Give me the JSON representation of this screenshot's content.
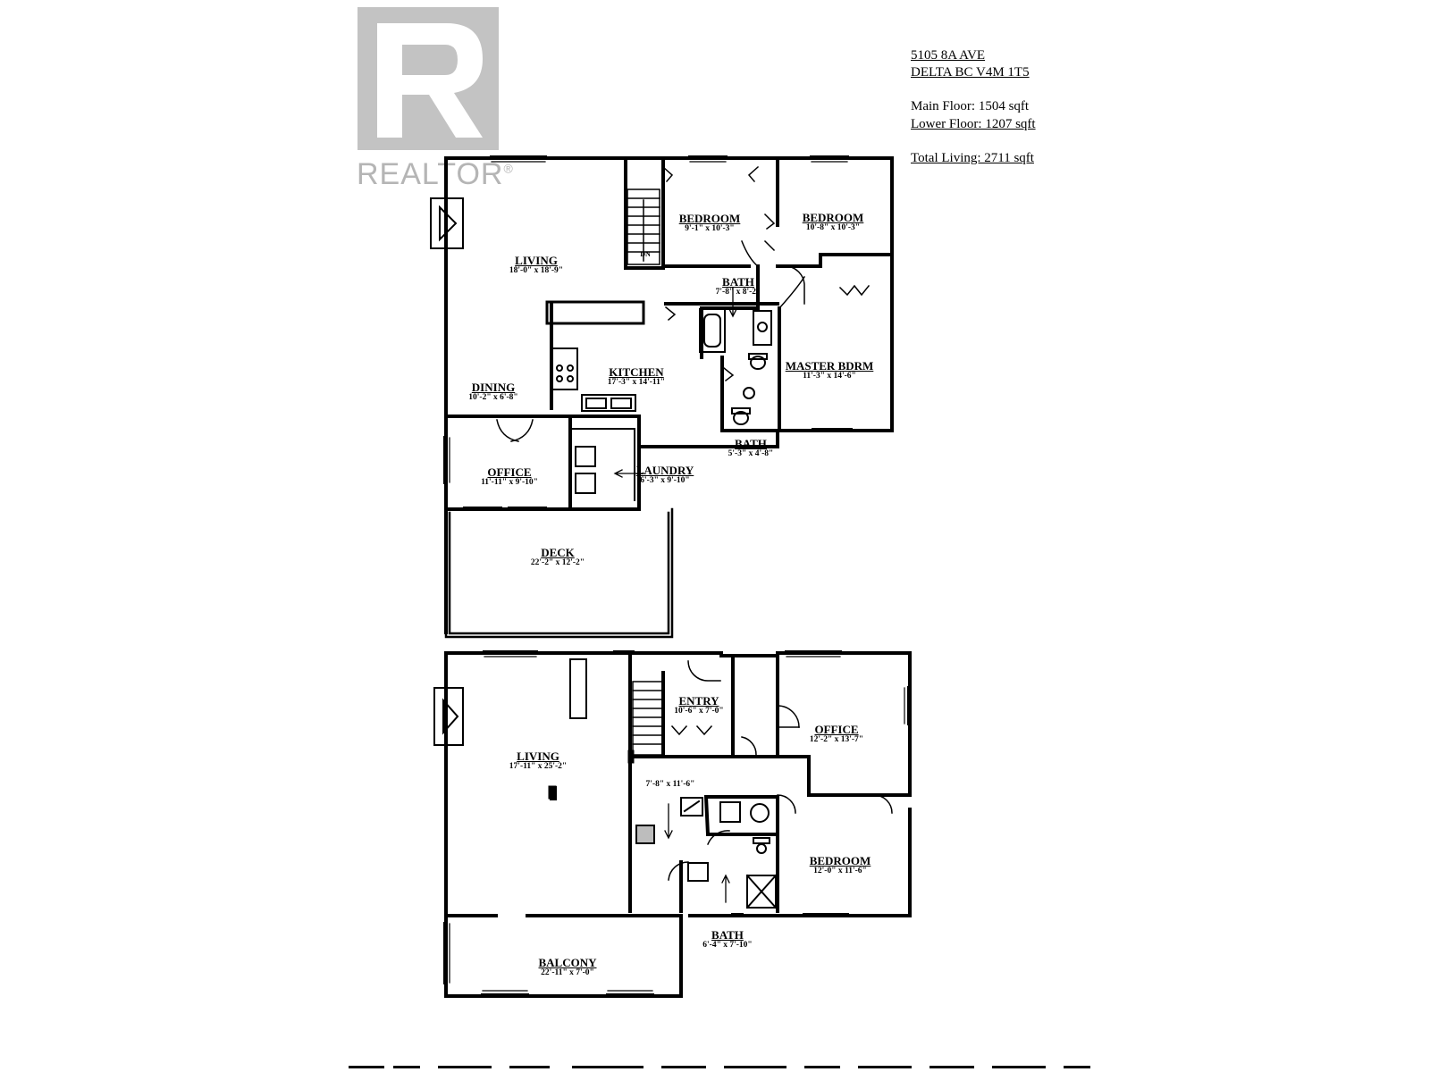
{
  "logo": {
    "wordmark": "REALTOR",
    "mark": "®",
    "letter": "R"
  },
  "property": {
    "address_line1": "5105 8A AVE",
    "address_line2": "DELTA BC  V4M 1T5",
    "main_floor": "Main Floor: 1504 sqft",
    "lower_floor": "Lower Floor: 1207 sqft",
    "total_living": "Total Living: 2711 sqft"
  },
  "main_floor_rooms": {
    "living": {
      "name": "LIVING",
      "dims": "18'-0\" x 18'-9\""
    },
    "bedroom1": {
      "name": "BEDROOM",
      "dims": "9'-1\" x 10'-3\""
    },
    "bedroom2": {
      "name": "BEDROOM",
      "dims": "10'-8\" x 10'-3\""
    },
    "bath_main": {
      "name": "BATH",
      "dims": "7'-8\" x 8'-2\""
    },
    "kitchen": {
      "name": "KITCHEN",
      "dims": "17'-3\" x 14'-11\""
    },
    "master": {
      "name": "MASTER BDRM",
      "dims": "11'-3\" x 14'-6\""
    },
    "dining": {
      "name": "DINING",
      "dims": "10'-2\" x 6'-8\""
    },
    "bath_ensuite": {
      "name": "BATH",
      "dims": "5'-3\" x 4'-8\""
    },
    "office": {
      "name": "OFFICE",
      "dims": "11'-11\" x 9'-10\""
    },
    "laundry": {
      "name": "LAUNDRY",
      "dims": "6'-3\" x 9'-10\""
    },
    "deck": {
      "name": "DECK",
      "dims": "22'-2\" x 12'-2\""
    },
    "stair_label": "DN"
  },
  "lower_floor_rooms": {
    "entry": {
      "name": "ENTRY",
      "dims": "10'-6\" x 7'-0\""
    },
    "office": {
      "name": "OFFICE",
      "dims": "12'-2\" x 13'-7\""
    },
    "living": {
      "name": "LIVING",
      "dims": "17'-11\" x 25'-2\""
    },
    "hall": {
      "dims": "7'-8\" x 11'-6\""
    },
    "bedroom": {
      "name": "BEDROOM",
      "dims": "12'-0\" x 11'-6\""
    },
    "bath": {
      "name": "BATH",
      "dims": "6'-4\" x 7'-10\""
    },
    "balcony": {
      "name": "BALCONY",
      "dims": "22'-11\" x 7'-0\""
    }
  }
}
